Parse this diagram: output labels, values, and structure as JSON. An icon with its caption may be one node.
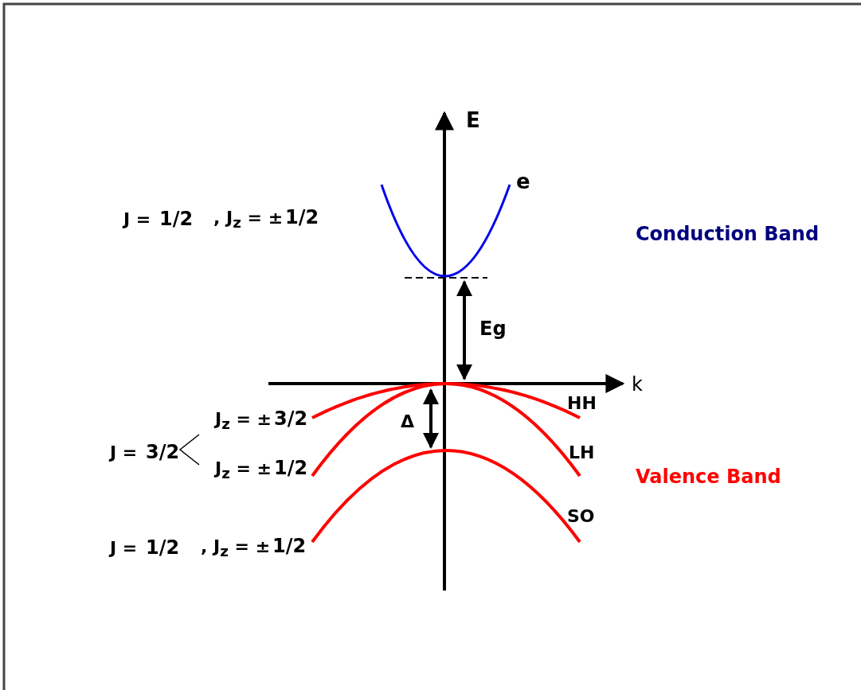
{
  "diagram": {
    "labels": [
      "E",
      "e",
      "J = 1/2",
      ", J$_{z}$ = ±1/2",
      "Conduction Band",
      "Eg",
      "k",
      "J$_{z}$ = ±3/2",
      "HH",
      "Δ",
      "J = 3/2",
      "J$_{z}$ = ±1/2",
      "LH",
      "Valence Band",
      "SO",
      "J = 1/2",
      ", J$_{z}$ = ±1/2"
    ]
  }
}
